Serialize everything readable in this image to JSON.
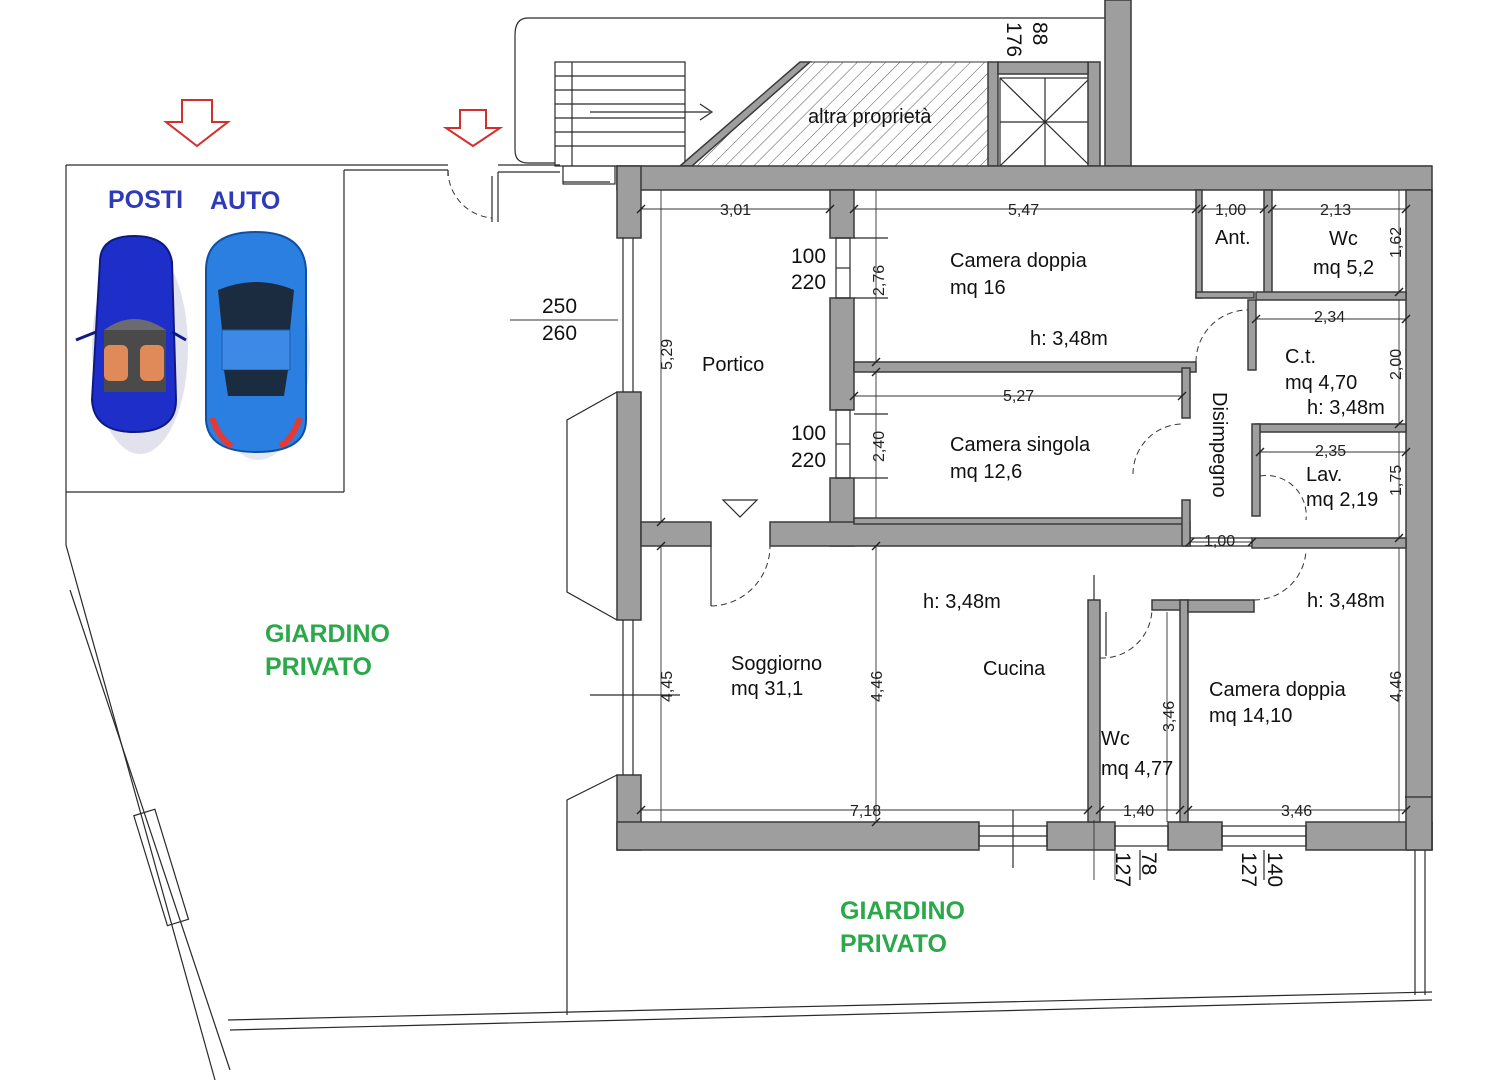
{
  "header": {
    "label": "altra proprietà"
  },
  "parking": {
    "label_1": "POSTI",
    "label_2": "AUTO"
  },
  "gardens": {
    "west": {
      "line1": "GIARDINO",
      "line2": "PRIVATO"
    },
    "south": {
      "line1": "GIARDINO",
      "line2": "PRIVATO"
    }
  },
  "rooms": {
    "portico": {
      "name": "Portico"
    },
    "camera_doppia_1": {
      "name": "Camera doppia",
      "area": "mq 16",
      "height": "h: 3,48m"
    },
    "ant": {
      "name": "Ant."
    },
    "wc_1": {
      "name": "Wc",
      "area": "mq 5,2"
    },
    "ct": {
      "name": "C.t.",
      "area": "mq 4,70",
      "height": "h: 3,48m"
    },
    "camera_singola": {
      "name": "Camera singola",
      "area": "mq 12,6"
    },
    "disimpegno": {
      "name": "Disimpegno"
    },
    "lav": {
      "name": "Lav.",
      "area": "mq 2,19"
    },
    "soggiorno": {
      "name": "Soggiorno",
      "area": "mq 31,1",
      "height": "h: 3,48m"
    },
    "cucina": {
      "name": "Cucina"
    },
    "wc_2": {
      "name": "Wc",
      "area": "mq 4,77"
    },
    "camera_doppia_2": {
      "name": "Camera doppia",
      "area": "mq 14,10",
      "height": "h: 3,48m"
    }
  },
  "dimensions": {
    "d_301": "3,01",
    "d_547": "5,47",
    "d_100a": "1,00",
    "d_213": "2,13",
    "d_162": "1,62",
    "d_276": "2,76",
    "d_529": "5,29",
    "d_234": "2,34",
    "d_200": "2,00",
    "d_527": "5,27",
    "d_240": "2,40",
    "d_235": "2,35",
    "d_175": "1,75",
    "d_100b": "1,00",
    "d_445": "4,45",
    "d_446a": "4,46",
    "d_346a": "3,46",
    "d_446b": "4,46",
    "d_718": "7,18",
    "d_140": "1,40",
    "d_346b": "3,46"
  },
  "openings": {
    "door_top_w": "100",
    "door_top_h": "220",
    "door_mid_w": "100",
    "door_mid_h": "220",
    "entrance_w": "250",
    "entrance_h": "260",
    "stair_a": "176",
    "stair_b": "88",
    "win_a": "127",
    "win_b": "78",
    "win_c": "127",
    "win_d": "140"
  },
  "colors": {
    "wall": "#9e9e9e",
    "garden_text": "#2aa84a",
    "parking_text": "#2e3ab8",
    "arrow": "#d32f2f"
  }
}
